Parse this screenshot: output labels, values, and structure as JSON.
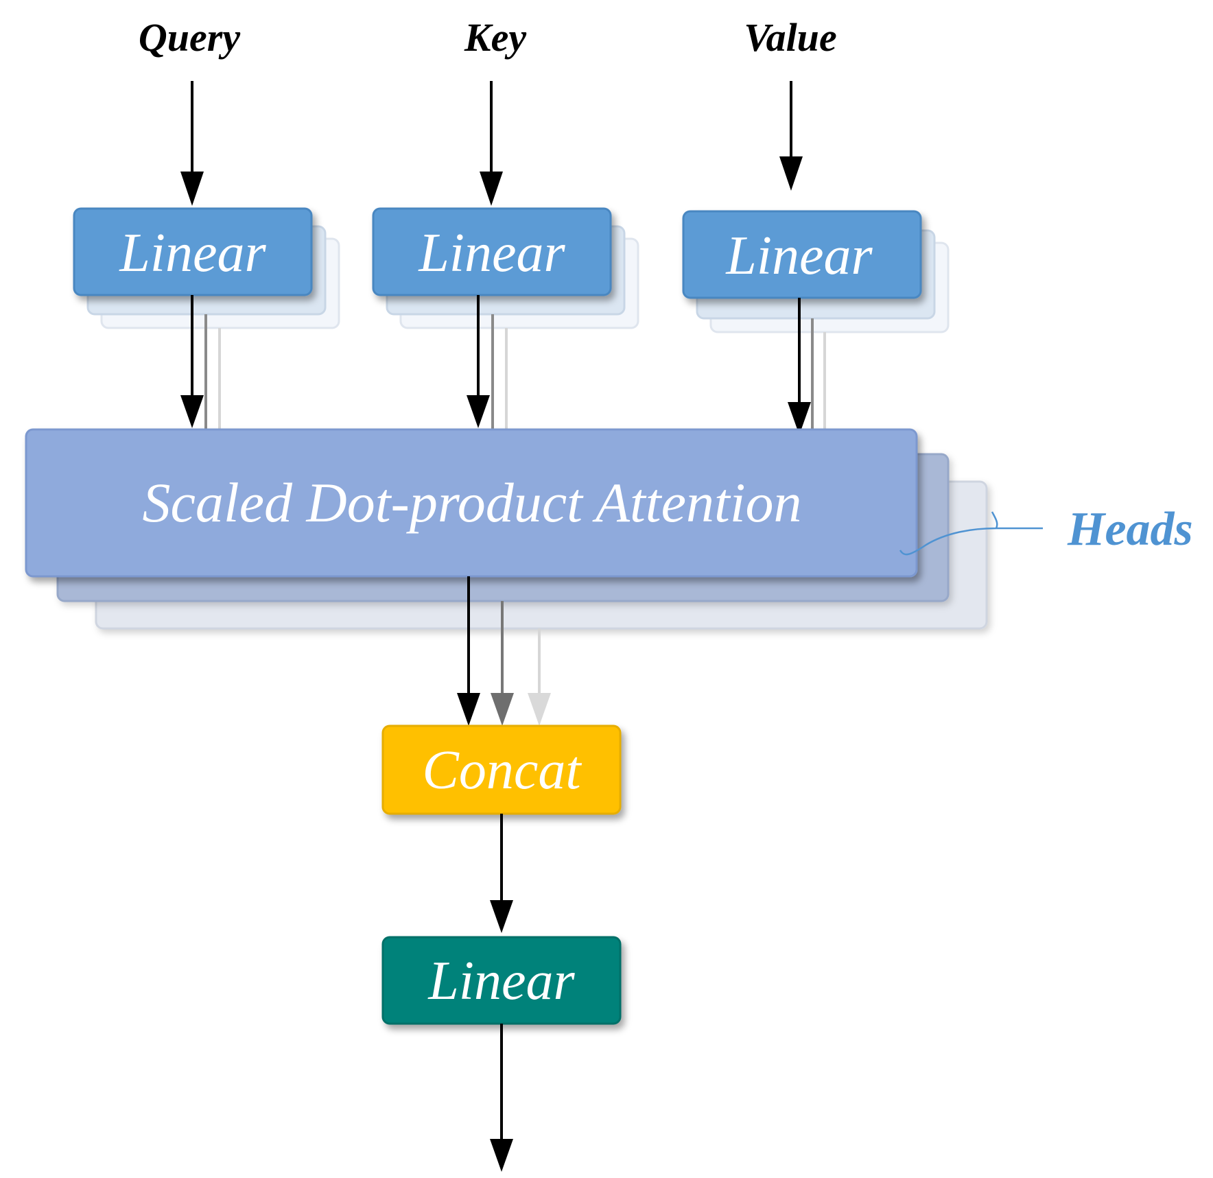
{
  "inputs": {
    "query": "Query",
    "key": "Key",
    "value": "Value"
  },
  "linear_query": {
    "label": "Linear"
  },
  "linear_key": {
    "label": "Linear"
  },
  "linear_value": {
    "label": "Linear"
  },
  "attention": {
    "label": "Scaled Dot-product Attention"
  },
  "heads_annotation": {
    "label": "Heads"
  },
  "concat": {
    "label": "Concat"
  },
  "output_linear": {
    "label": "Linear"
  },
  "colors": {
    "linear_input": "#5b9bd5",
    "attention": "#8faadc",
    "concat": "#ffc000",
    "output_linear": "#00827a",
    "heads_text": "#4f93d2"
  }
}
